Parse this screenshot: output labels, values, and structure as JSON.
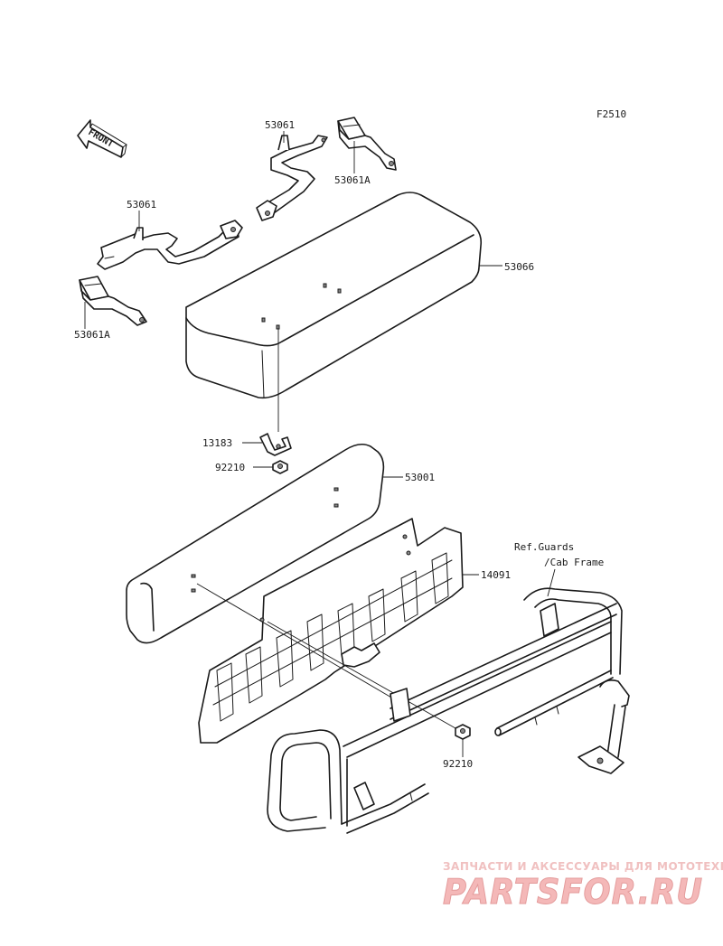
{
  "diagram": {
    "code": "F2510",
    "front_arrow": "FRONT",
    "callouts": [
      {
        "id": "p53061_top",
        "label": "53061"
      },
      {
        "id": "p53061A_top",
        "label": "53061A"
      },
      {
        "id": "p53061_left",
        "label": "53061"
      },
      {
        "id": "p53061A_left",
        "label": "53061A"
      },
      {
        "id": "p53066",
        "label": "53066"
      },
      {
        "id": "p13183",
        "label": "13183"
      },
      {
        "id": "p92210_a",
        "label": "92210"
      },
      {
        "id": "p53001",
        "label": "53001"
      },
      {
        "id": "p14091",
        "label": "14091"
      },
      {
        "id": "p92210_b",
        "label": "92210"
      }
    ],
    "reference": {
      "line1": "Ref.Guards",
      "line2": "/Cab Frame"
    }
  },
  "watermark": {
    "tagline": "ЗАПЧАСТИ И АКСЕССУАРЫ ДЛЯ МОТОТЕХНИКИ",
    "brand": "PARTSFOR.RU",
    "color": "#f4b8b8"
  }
}
